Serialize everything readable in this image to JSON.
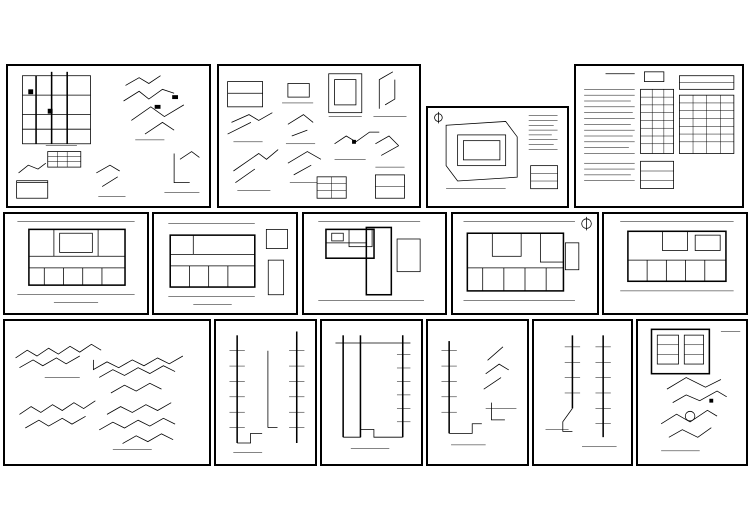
{
  "drawing_set": {
    "background_color": "#ffffff",
    "line_color": "#000000",
    "sheets": [
      {
        "id": "s1",
        "icon": "pipe-system-diagram-icon"
      },
      {
        "id": "s2",
        "icon": "pipe-details-icon"
      },
      {
        "id": "s3",
        "icon": "site-plan-icon"
      },
      {
        "id": "s4",
        "icon": "schedule-table-icon"
      },
      {
        "id": "s5",
        "icon": "floor-plan-icon"
      },
      {
        "id": "s6",
        "icon": "floor-plan-icon"
      },
      {
        "id": "s7",
        "icon": "floor-plan-icon"
      },
      {
        "id": "s8",
        "icon": "floor-plan-icon"
      },
      {
        "id": "s9",
        "icon": "floor-plan-icon"
      },
      {
        "id": "s10",
        "icon": "isometric-piping-icon"
      },
      {
        "id": "s11",
        "icon": "riser-diagram-icon"
      },
      {
        "id": "s12",
        "icon": "riser-diagram-icon"
      },
      {
        "id": "s13",
        "icon": "riser-diagram-icon"
      },
      {
        "id": "s14",
        "icon": "riser-diagram-icon"
      },
      {
        "id": "s15",
        "icon": "pump-room-detail-icon"
      }
    ]
  }
}
